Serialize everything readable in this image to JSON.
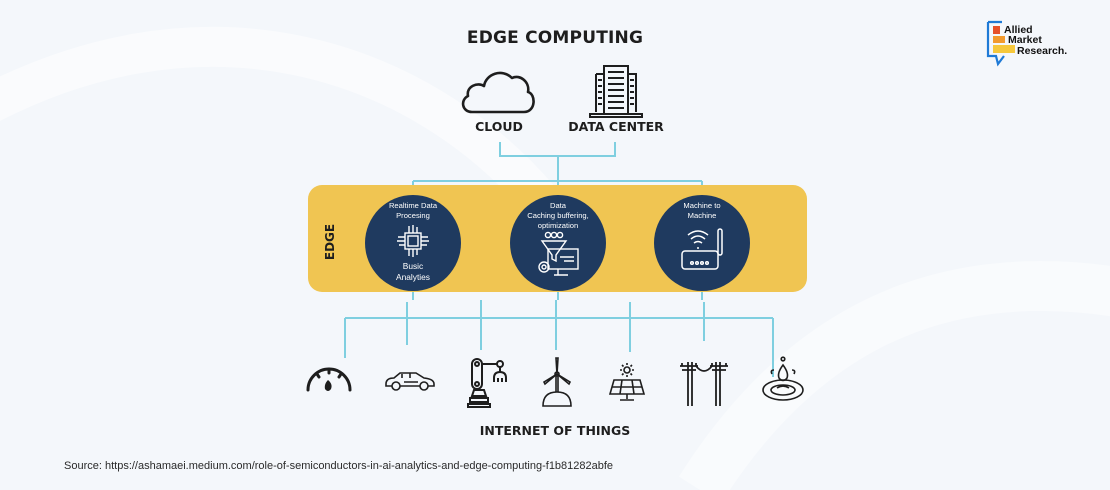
{
  "title": "EDGE COMPUTING",
  "logo": {
    "lines": [
      "Allied",
      "Market",
      "Research."
    ],
    "colors": {
      "bar1": "#e6502a",
      "bar2": "#f29a2e",
      "bar3": "#f6c83c",
      "frame": "#1f7ad6"
    }
  },
  "top_nodes": [
    {
      "label": "CLOUD",
      "icon": "cloud-icon"
    },
    {
      "label": "DATA CENTER",
      "icon": "server-rack-icon"
    }
  ],
  "edge": {
    "label": "EDGE",
    "nodes": [
      {
        "top_text": [
          "Realtime Data",
          "Procesing"
        ],
        "bottom_text": [
          "Busic",
          "Analyties"
        ],
        "icon": "cpu-chip-icon"
      },
      {
        "top_text": [
          "Data",
          "Caching buffering,",
          "optimization"
        ],
        "bottom_text": [],
        "icon": "data-funnel-monitor-icon"
      },
      {
        "top_text": [
          "Machine to",
          "Machine"
        ],
        "bottom_text": [],
        "icon": "wifi-router-icon"
      }
    ]
  },
  "iot": {
    "label": "INTERNET OF THINGS",
    "devices": [
      {
        "icon": "gauge-meter-icon"
      },
      {
        "icon": "car-icon"
      },
      {
        "icon": "robotic-arm-icon"
      },
      {
        "icon": "wind-turbine-icon"
      },
      {
        "icon": "solar-panel-icon"
      },
      {
        "icon": "power-line-pole-icon"
      },
      {
        "icon": "water-drop-icon"
      }
    ]
  },
  "source": "Source:  https://ashamaei.medium.com/role-of-semiconductors-in-ai-analytics-and-edge-computing-f1b81282abfe",
  "colors": {
    "background": "#f4f7fb",
    "edge_band": "#f0c552",
    "node_circle": "#1f3a5f",
    "connector": "#7fcfe0",
    "text": "#1e1e1e"
  }
}
